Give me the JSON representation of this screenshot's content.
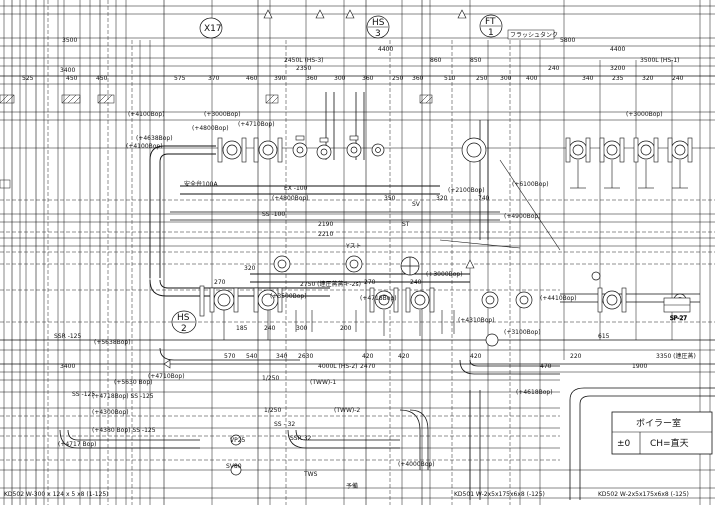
{
  "sheet": {
    "room_name": "ボイラー室",
    "level": "±0",
    "ceiling": "CH=直天"
  },
  "balloons": [
    {
      "id": "x17",
      "line1": "X17",
      "line2": ""
    },
    {
      "id": "hs3",
      "line1": "HS",
      "line2": "3"
    },
    {
      "id": "ft1",
      "line1": "FT",
      "line2": "1"
    },
    {
      "id": "hs2",
      "line1": "HS",
      "line2": "2"
    }
  ],
  "equipment_labels": {
    "flash_tank": "フラッシュタンク",
    "sp27": "SP-27",
    "main_header": "2750 (連圧蒸蒸キ-2s)",
    "y_strainer": "Yスト"
  },
  "top_dims": {
    "row1": [
      "3500",
      "4400",
      "5800",
      "4400"
    ],
    "row2": [
      "2450L (HS-3)",
      "860",
      "850",
      "3500L (HS-1)"
    ],
    "row3": [
      "3400",
      "2350",
      "240",
      "3200"
    ],
    "row4": [
      "525",
      "450",
      "450",
      "575",
      "370",
      "460",
      "390",
      "360",
      "300",
      "360",
      "250",
      "360",
      "510",
      "250",
      "300",
      "400",
      "340",
      "235",
      "320",
      "240"
    ]
  },
  "mid_dims": [
    "185",
    "270",
    "240",
    "300",
    "200",
    "420",
    "270",
    "240",
    "2190",
    "2210",
    "420",
    "615",
    "2630",
    "2470",
    "3350 (連圧蒸)",
    "1900",
    "470",
    "420",
    "320",
    "740",
    "350",
    "320",
    "220"
  ],
  "bottom_dims": [
    "3400",
    "4000L (HS-2)",
    "570",
    "540",
    "340",
    "1/250",
    "1/250"
  ],
  "pipe_notes": [
    "EX -100",
    "SS -100",
    "SV",
    "ST",
    "安全弁100A",
    "SS -125",
    "SSR -125",
    "(TWW)-1",
    "(TWW)-2",
    "SS - 32",
    "SSR 32",
    "(+4100Bop)",
    "(+4800Bop)",
    "(+4710Bop)",
    "(+3000Bop)",
    "(+4800Bop)",
    "(+4300Bop)",
    "(+4718Bop)",
    "(+4718Bop) SS -125",
    "(+4380 Bop) SS -125",
    "(+4717 Bop)",
    "(+4618Bop)",
    "(+4000Bop)",
    "(+3000Bop)",
    "(+2100Bop)",
    "(+6100Bop)",
    "(+5638Bop)",
    "(+5630 Bop)",
    "(+4710Bop)",
    "(+4638Bop)",
    "(+3000Bop)",
    "(+3500Bop)",
    "(+4900Bop)",
    "(+4410Bop)",
    "(+4310Bop)",
    "(+3100Bop)",
    "(+4100Bop)",
    "SV80",
    "VP25",
    "予備",
    "TWS"
  ],
  "footer_notes": [
    "KD502 W-300 x 124 x 5 x8 (1-125)",
    "KD501 W-2x5x175x6x8 (-125)",
    "KD502 W-2x5x175x6x8 (-125)"
  ]
}
